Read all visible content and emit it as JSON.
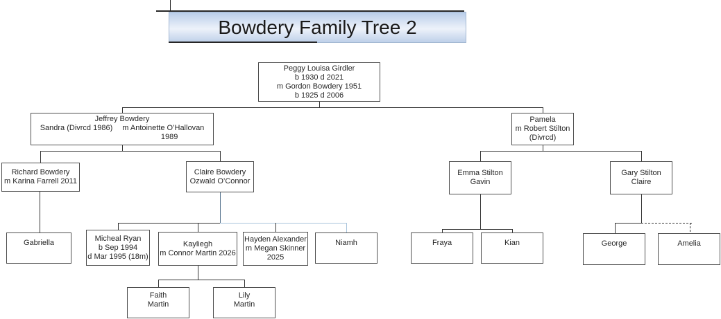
{
  "title": "Bowdery Family Tree 2",
  "colors": {
    "line": "#333333",
    "box-border": "#4d4d4d",
    "steel": "#54718c",
    "light": "#a8c4dc",
    "title-top": "#b9cde9",
    "title-mid": "#edf2fa",
    "title-bottom": "#bed0e9",
    "title-border": "#a3b8d2",
    "dark-rule": "#262626"
  },
  "nodes": {
    "peggy": {
      "lines": [
        "Peggy Louisa Girdler",
        "b 1930 d 2021",
        "m Gordon Bowdery 1951",
        "b 1925 d 2006"
      ]
    },
    "jeffrey": {
      "lines": [
        "Jeffrey Bowdery",
        "Sandra (Divrcd 1986)  m Antoinette O’Hallovan",
        "1989"
      ]
    },
    "pamela": {
      "lines": [
        "Pamela",
        "m Robert Stilton",
        "(Divrcd)"
      ]
    },
    "richard": {
      "lines": [
        "Richard Bowdery",
        "m Karina Farrell 2011"
      ]
    },
    "claire": {
      "lines": [
        "Claire Bowdery",
        "Ozwald O’Connor"
      ]
    },
    "emma": {
      "lines": [
        "Emma Stilton",
        "Gavin"
      ]
    },
    "gary": {
      "lines": [
        "Gary Stilton",
        "Claire"
      ]
    },
    "gabriella": {
      "lines": [
        "Gabriella"
      ]
    },
    "micheal": {
      "lines": [
        "Micheal Ryan",
        "b Sep 1994",
        "d Mar 1995 (18m)"
      ]
    },
    "kayliegh": {
      "lines": [
        "Kayliegh",
        "m Connor Martin 2026"
      ]
    },
    "hayden": {
      "lines": [
        "Hayden Alexander",
        "m Megan Skinner",
        "2025"
      ]
    },
    "niamh": {
      "lines": [
        "Niamh"
      ]
    },
    "fraya": {
      "lines": [
        "Fraya"
      ]
    },
    "kian": {
      "lines": [
        "Kian"
      ]
    },
    "george": {
      "lines": [
        "George"
      ]
    },
    "amelia": {
      "lines": [
        "Amelia"
      ]
    },
    "faith": {
      "lines": [
        "Faith",
        "Martin"
      ]
    },
    "lily": {
      "lines": [
        "Lily",
        "Martin"
      ]
    }
  }
}
